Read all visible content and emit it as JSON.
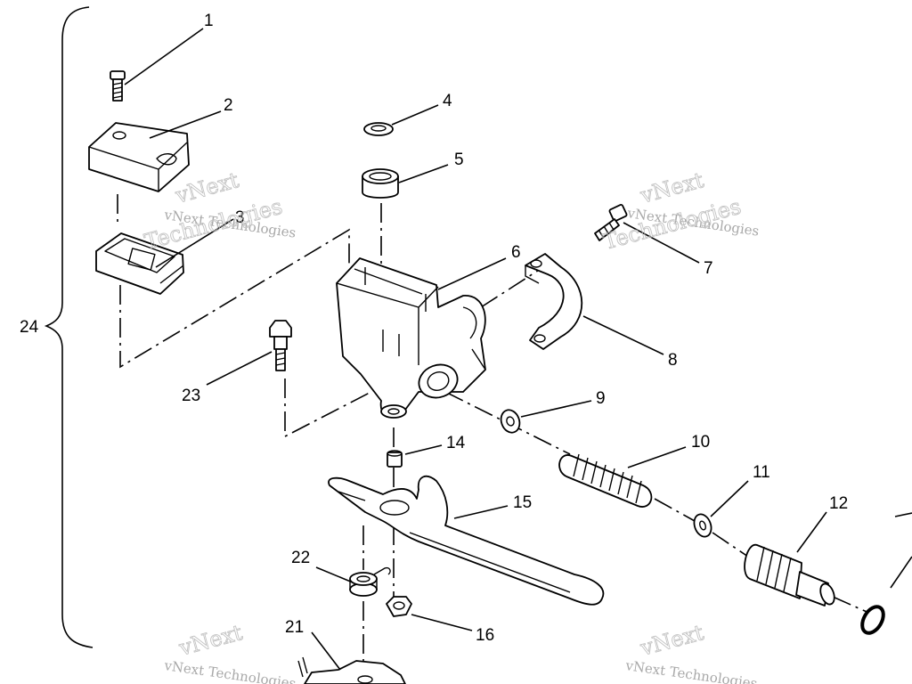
{
  "diagram": {
    "parts": [
      {
        "number": "1"
      },
      {
        "number": "2"
      },
      {
        "number": "3"
      },
      {
        "number": "4"
      },
      {
        "number": "5"
      },
      {
        "number": "6"
      },
      {
        "number": "7"
      },
      {
        "number": "8"
      },
      {
        "number": "9"
      },
      {
        "number": "10"
      },
      {
        "number": "11"
      },
      {
        "number": "12"
      },
      {
        "number": "14"
      },
      {
        "number": "15"
      },
      {
        "number": "16"
      },
      {
        "number": "21"
      },
      {
        "number": "22"
      },
      {
        "number": "23"
      },
      {
        "number": "24"
      }
    ],
    "watermark": {
      "line1": "vNext Technologies",
      "line2": "vNext",
      "line3": "Technologies"
    }
  }
}
